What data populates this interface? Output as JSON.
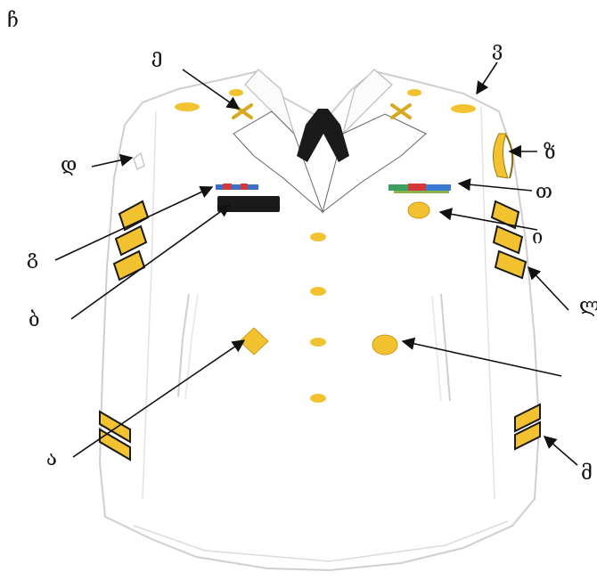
{
  "figure": {
    "corner_label": "ჩ",
    "colors": {
      "gold": "#f2c230",
      "gold_dark": "#b88a10",
      "black": "#1a1a1a",
      "outline": "#c8c8c8",
      "ink": "#111111"
    }
  },
  "callouts": [
    {
      "id": "lapel-emblem",
      "text": "ე"
    },
    {
      "id": "shoulder-board",
      "text": "ვ"
    },
    {
      "id": "shoulder-loop",
      "text": "დ"
    },
    {
      "id": "sleeve-patch",
      "text": "ზ"
    },
    {
      "id": "ribbon-bar-right",
      "text": "თ"
    },
    {
      "id": "ribbon-bar-left",
      "text": "გ"
    },
    {
      "id": "right-chest-badge",
      "text": "ი"
    },
    {
      "id": "name-tag",
      "text": "ბ"
    },
    {
      "id": "upper-sleeve-chevron",
      "text": "ლ"
    },
    {
      "id": "left-pocket-badge",
      "text": "ა"
    },
    {
      "id": "right-pocket-badge",
      "text": ""
    },
    {
      "id": "cuff-stripes",
      "text": "მ"
    }
  ]
}
